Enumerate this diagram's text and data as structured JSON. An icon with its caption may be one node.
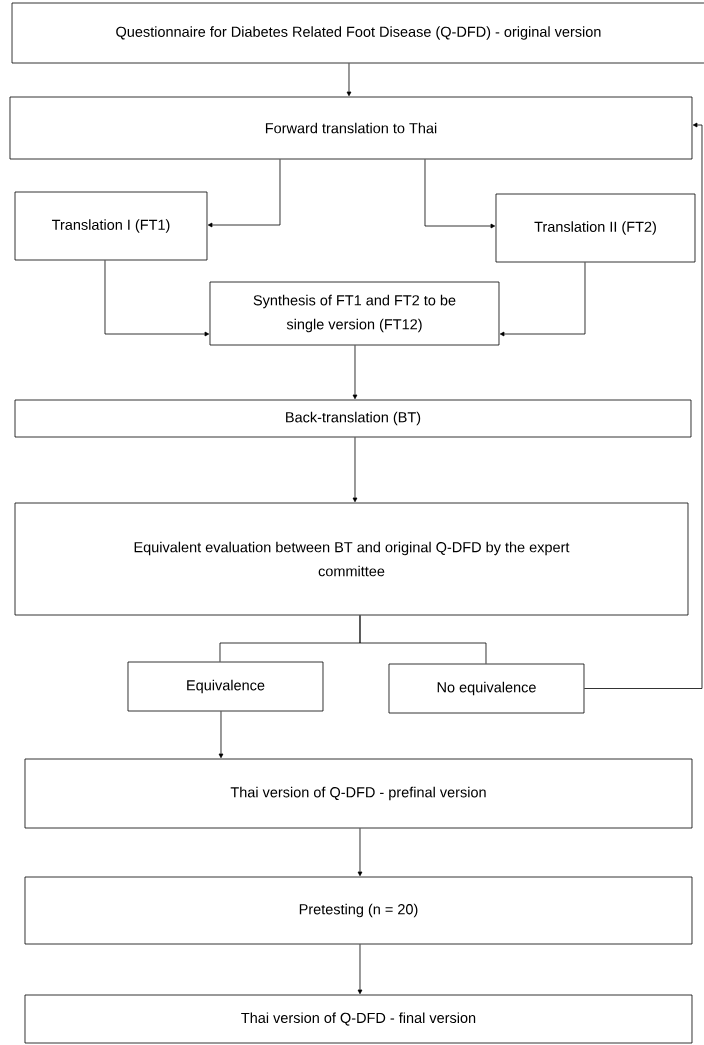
{
  "diagram": {
    "nodes": [
      {
        "text": [
          "Questionnaire for Diabetes Related Foot Disease (Q-DFD) - original version"
        ]
      },
      {
        "text": [
          "Forward translation to Thai"
        ]
      },
      {
        "text": [
          "Translation I (FT1)"
        ]
      },
      {
        "text": [
          "Translation II (FT2)"
        ]
      },
      {
        "text": [
          "Synthesis of FT1 and FT2 to be single version (FT12)"
        ]
      },
      {
        "text": [
          "Back-translation (BT)"
        ]
      },
      {
        "text": [
          "Equivalent evaluation between BT and original Q-DFD by the expert committee"
        ]
      },
      {
        "text": [
          "Equivalence"
        ]
      },
      {
        "text": [
          "No equivalence"
        ]
      },
      {
        "text": [
          "Thai version of Q-DFD - prefinal version"
        ]
      },
      {
        "text": [
          "Pretesting (n = 20)"
        ]
      },
      {
        "text": [
          "Thai version of Q-DFD - final version"
        ]
      }
    ],
    "edges": [
      {
        "from": 0,
        "to": 1,
        "arrow": "to"
      },
      {
        "from": 1,
        "to": 2,
        "arrow": "to"
      },
      {
        "from": 1,
        "to": 3,
        "arrow": "to"
      },
      {
        "from": 2,
        "to": 4,
        "arrow": "to"
      },
      {
        "from": 3,
        "to": 4,
        "arrow": "to"
      },
      {
        "from": 4,
        "to": 5,
        "arrow": "to"
      },
      {
        "from": 5,
        "to": 6,
        "arrow": "to"
      },
      {
        "from": 6,
        "to": 7,
        "arrow": "none"
      },
      {
        "from": 6,
        "to": 8,
        "arrow": "none"
      },
      {
        "from": 7,
        "to": 9,
        "arrow": "to"
      },
      {
        "from": 8,
        "to": 1,
        "arrow": "to"
      },
      {
        "from": 9,
        "to": 10,
        "arrow": "to"
      },
      {
        "from": 10,
        "to": 11,
        "arrow": "to"
      }
    ]
  }
}
